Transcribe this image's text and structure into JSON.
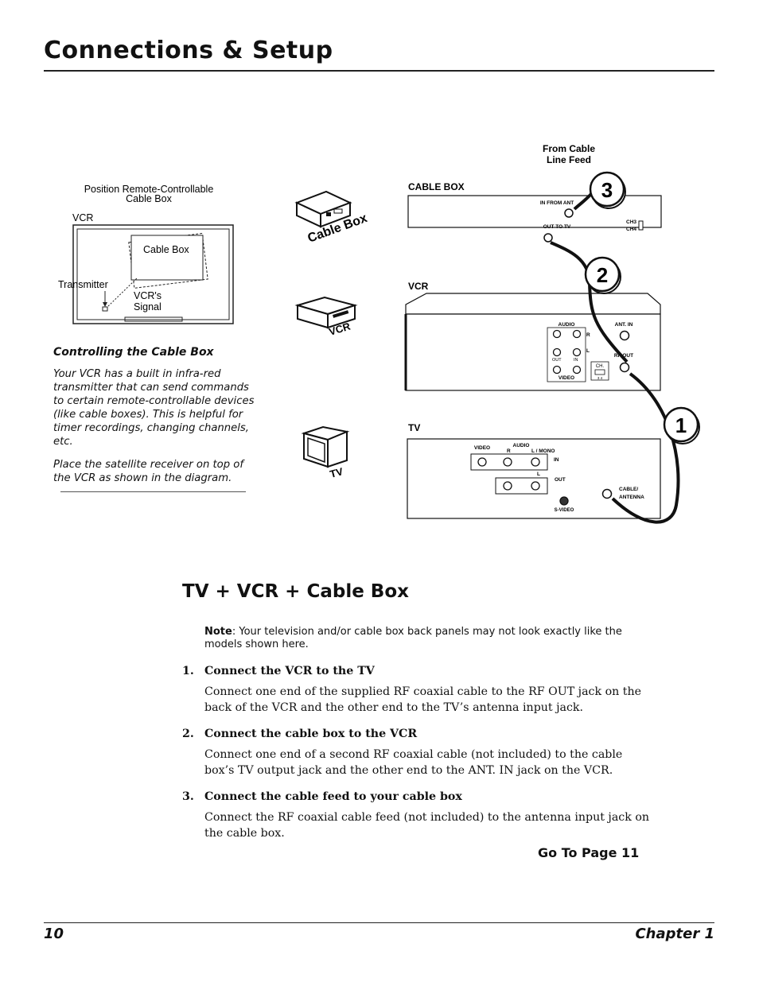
{
  "header": {
    "title": "Connections & Setup"
  },
  "inset": {
    "position_label_line1": "Position Remote-Controllable",
    "position_label_line2": "Cable Box",
    "vcr": "VCR",
    "cable_box": "Cable Box",
    "transmitter": "Transmitter",
    "signal_line1": "VCR's",
    "signal_line2": "Signal"
  },
  "sidebar": {
    "heading": "Controlling the Cable Box",
    "para1": "Your VCR has a built in infra-red transmitter that can send commands to certain remote-controllable devices (like cable boxes).  This is helpful for timer recordings, changing channels, etc.",
    "para2": "Place the satellite receiver on top of the VCR as shown in the diagram."
  },
  "devices": {
    "cable_box": "Cable Box",
    "vcr": "VCR",
    "tv": "TV"
  },
  "diagram": {
    "from_cable_line1": "From Cable",
    "from_cable_line2": "Line Feed",
    "cable_box_label": "CABLE BOX",
    "in_from_ant": "IN FROM ANT",
    "out_to_tv": "OUT TO TV",
    "ch3": "CH3",
    "ch4": "CH4",
    "vcr_label": "VCR",
    "audio": "AUDIO",
    "r": "R",
    "l": "L",
    "out": "OUT",
    "in": "IN",
    "video": "VIDEO",
    "ch": "CH.",
    "ch_nums": "3 4",
    "ant_in": "ANT. IN",
    "rf_out": "RF OUT",
    "tv_label": "TV",
    "tv_video": "VIDEO",
    "tv_audio": "AUDIO",
    "tv_r": "R",
    "tv_lmono": "L / MONO",
    "tv_l": "L",
    "tv_in": "IN",
    "tv_out": "OUT",
    "svideo": "S-VIDEO",
    "cable_antenna_line1": "CABLE/",
    "cable_antenna_line2": "ANTENNA",
    "step1": "1",
    "step2": "2",
    "step3": "3"
  },
  "section": {
    "title": "TV + VCR + Cable Box",
    "note_label": "Note",
    "note_text": ": Your television and/or cable box back panels may not look exactly like the models shown here.",
    "steps": [
      {
        "num": "1.",
        "heading": "Connect the VCR to the TV",
        "body": "Connect one end of the supplied RF coaxial cable to the RF OUT jack on the back of the VCR and the other end to the TV’s antenna input jack."
      },
      {
        "num": "2.",
        "heading": "Connect the cable box to the VCR",
        "body": "Connect one end of a second RF coaxial cable (not included) to the cable box’s TV output jack and the other end to the ANT. IN jack on the VCR."
      },
      {
        "num": "3.",
        "heading": "Connect the cable feed to your cable box",
        "body": "Connect the RF coaxial cable feed (not included) to the antenna input jack on the cable box."
      }
    ],
    "goto": "Go To Page 11"
  },
  "footer": {
    "page": "10",
    "chapter": "Chapter 1"
  }
}
